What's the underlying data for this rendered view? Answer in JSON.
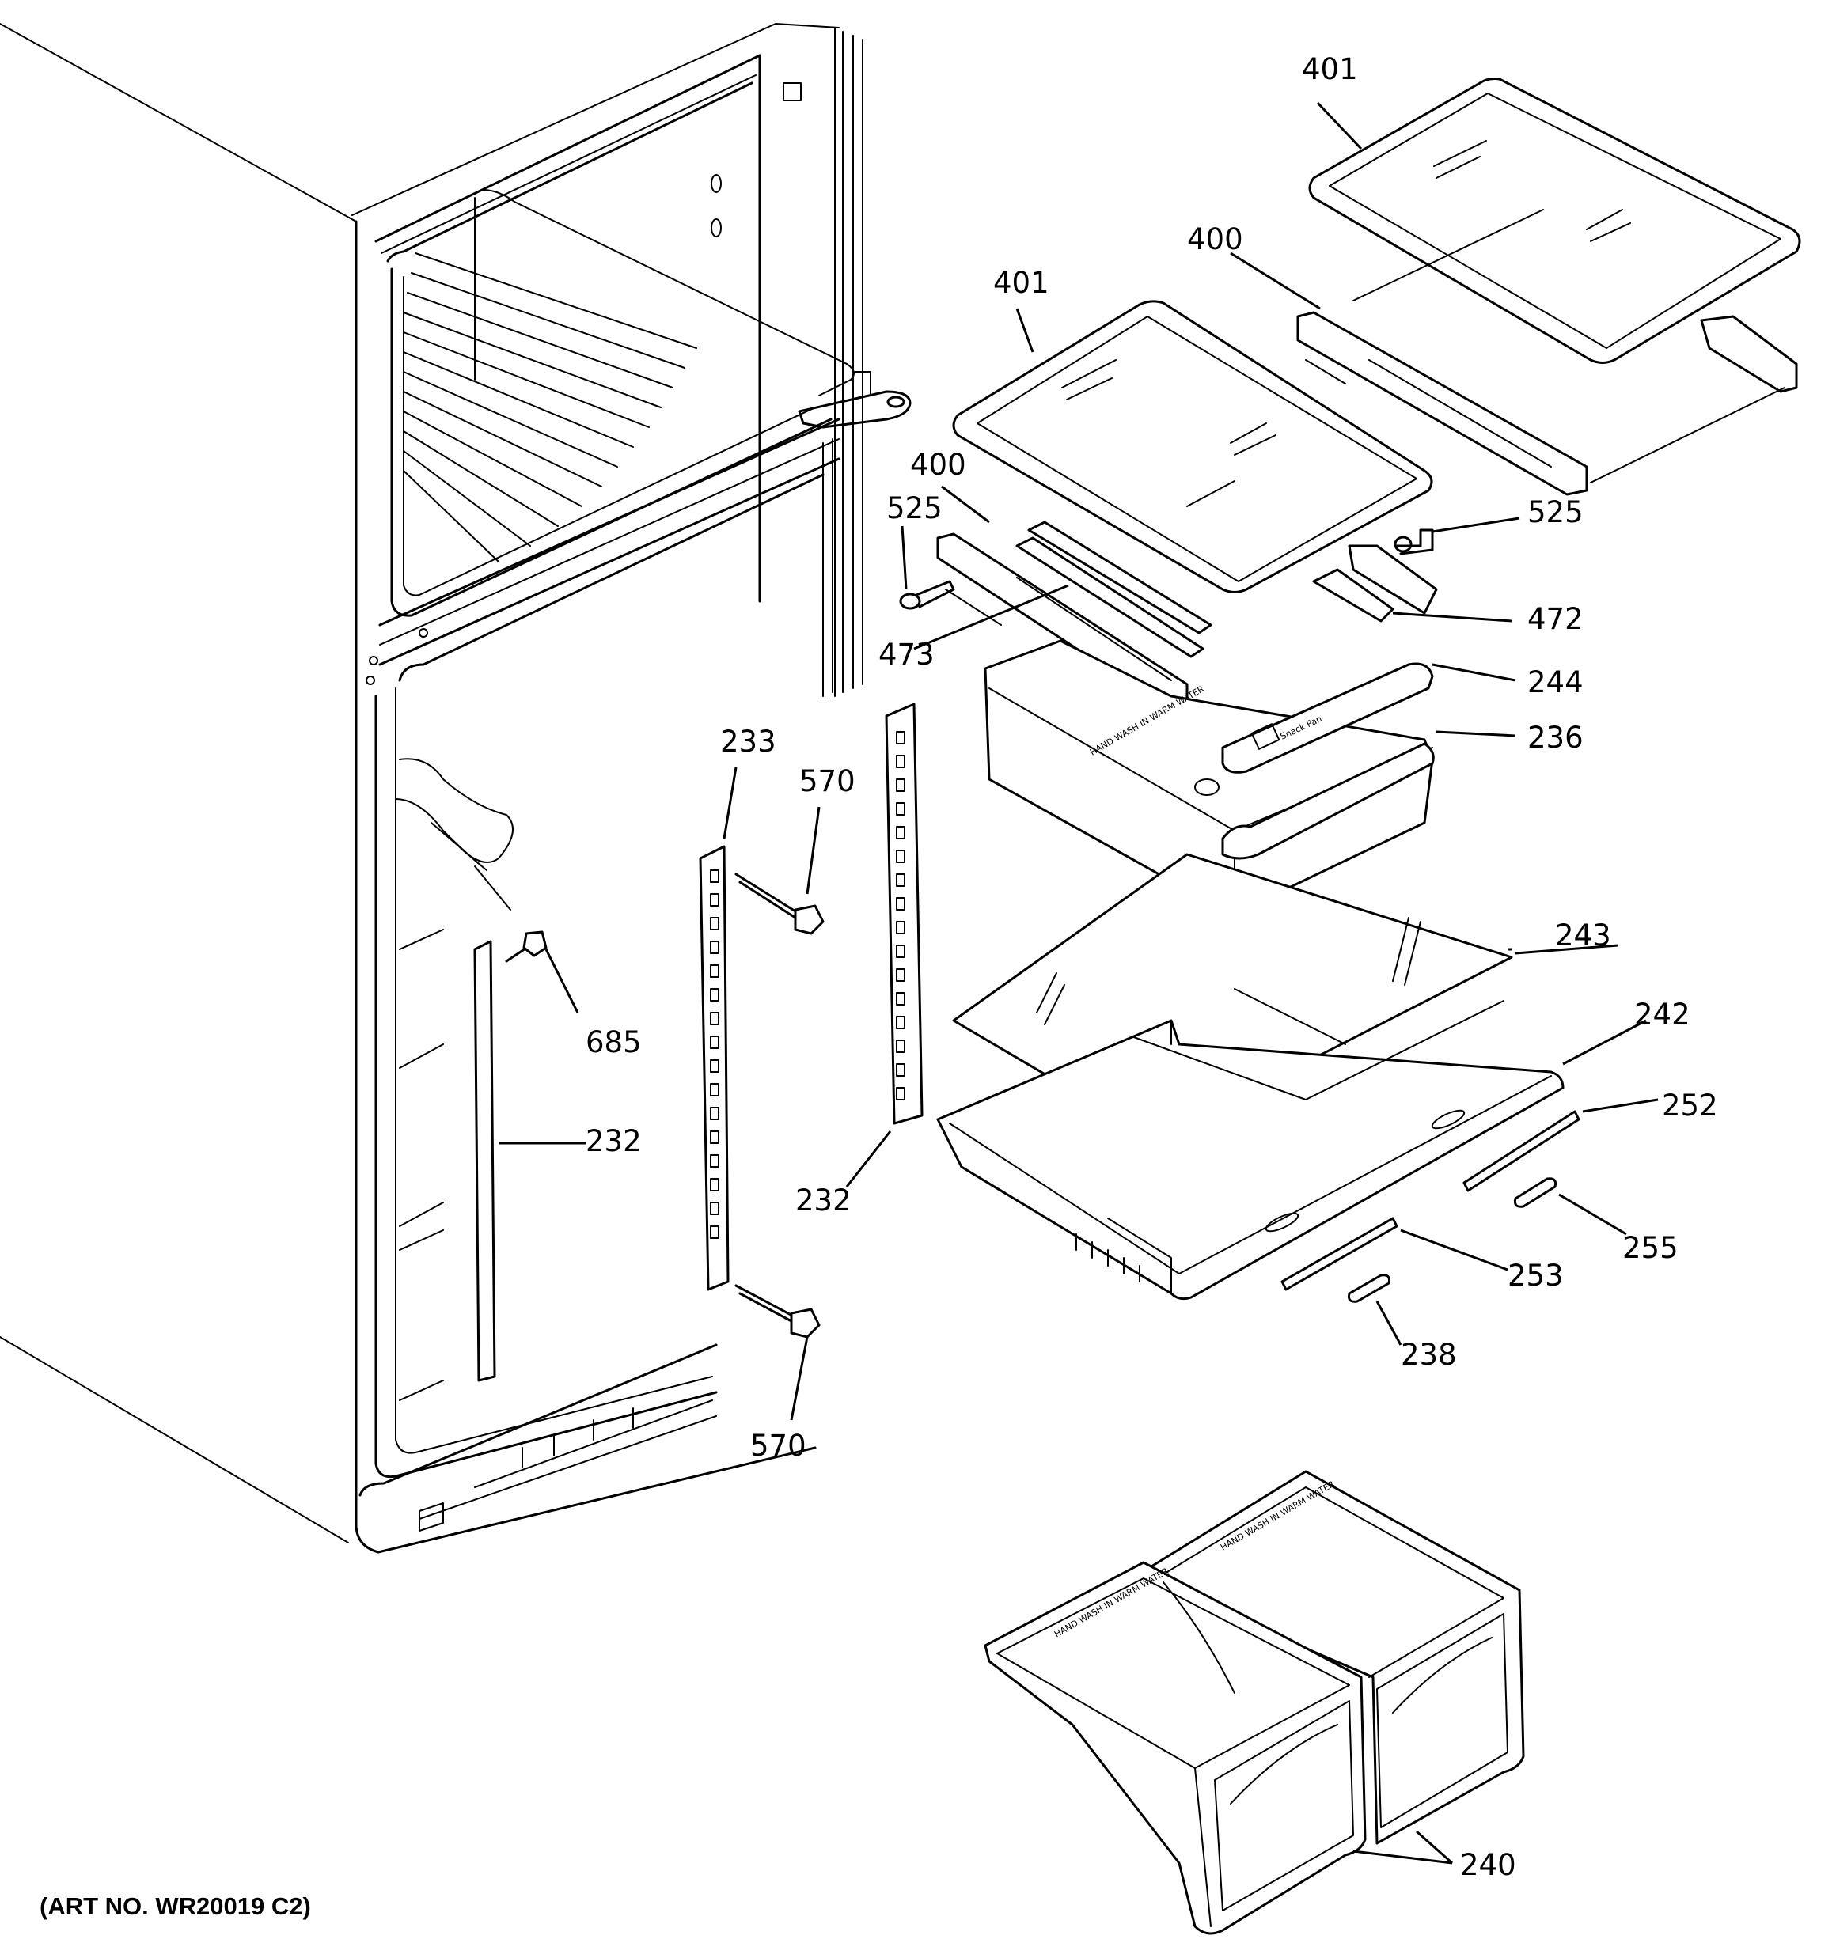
{
  "art_number": "(ART NO. WR20019 C2)",
  "callouts": [
    {
      "id": "c401a",
      "text": "401"
    },
    {
      "id": "c400a",
      "text": "400"
    },
    {
      "id": "c401b",
      "text": "401"
    },
    {
      "id": "c400b",
      "text": "400"
    },
    {
      "id": "c525a",
      "text": "525"
    },
    {
      "id": "c525b",
      "text": "525"
    },
    {
      "id": "c472",
      "text": "472"
    },
    {
      "id": "c473",
      "text": "473"
    },
    {
      "id": "c244",
      "text": "244"
    },
    {
      "id": "c236",
      "text": "236"
    },
    {
      "id": "c233",
      "text": "233"
    },
    {
      "id": "c570a",
      "text": "570"
    },
    {
      "id": "c243",
      "text": "243"
    },
    {
      "id": "c685",
      "text": "685"
    },
    {
      "id": "c242",
      "text": "242"
    },
    {
      "id": "c252",
      "text": "252"
    },
    {
      "id": "c232a",
      "text": "232"
    },
    {
      "id": "c232b",
      "text": "232"
    },
    {
      "id": "c255",
      "text": "255"
    },
    {
      "id": "c253",
      "text": "253"
    },
    {
      "id": "c238",
      "text": "238"
    },
    {
      "id": "c570b",
      "text": "570"
    },
    {
      "id": "c240",
      "text": "240"
    }
  ],
  "part_markings": {
    "snack_pan": "Snack Pan",
    "crisper_left": "HAND WASH IN WARM WATER",
    "crisper_right": "HAND WASH IN WARM WATER",
    "snack_pan_bottom": "HAND WASH IN WARM WATER"
  }
}
